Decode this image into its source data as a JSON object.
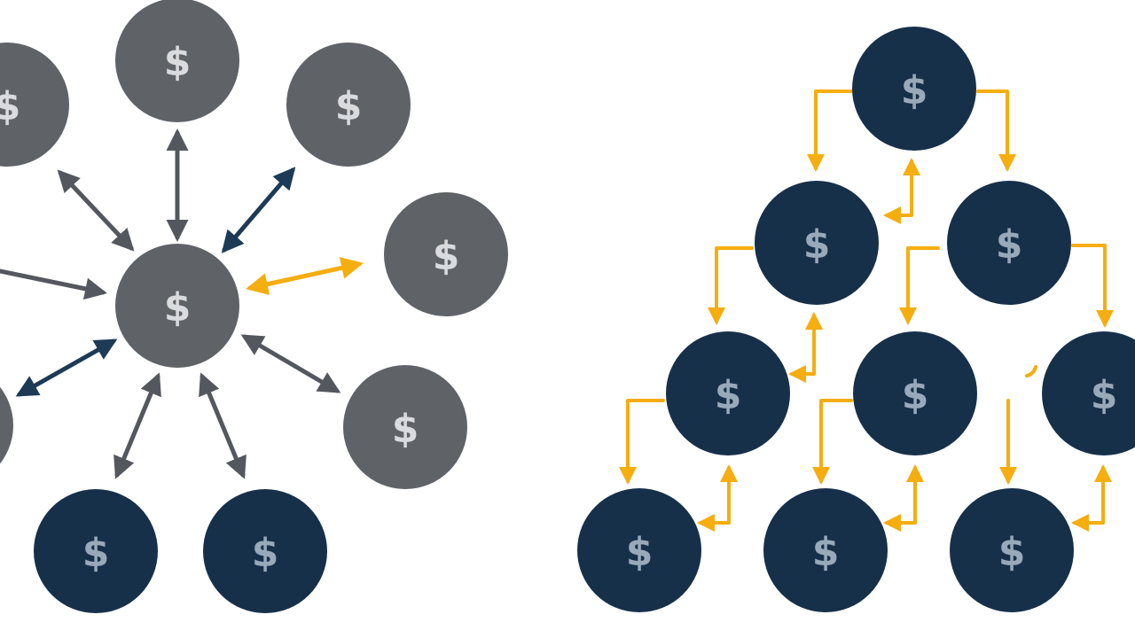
{
  "symbol": "$",
  "colors": {
    "background": "#ffffff",
    "hub_node": "#5f6368",
    "hub_node_label": "#d9dbde",
    "dark_node": "#17304a",
    "dark_node_label": "#98a9b9",
    "gray_arrow": "#54585e",
    "dark_arrow": "#1d3a56",
    "accent_arrow": "#f5ad0f"
  },
  "star_network": {
    "nodes": [
      {
        "id": "center",
        "style": "gray"
      },
      {
        "id": "top",
        "style": "gray"
      },
      {
        "id": "top-left",
        "style": "gray"
      },
      {
        "id": "top-right",
        "style": "gray"
      },
      {
        "id": "right",
        "style": "gray"
      },
      {
        "id": "lower-right",
        "style": "gray"
      },
      {
        "id": "left",
        "style": "gray"
      },
      {
        "id": "bottom-left",
        "style": "dark"
      },
      {
        "id": "bottom-right",
        "style": "dark"
      }
    ],
    "links": [
      {
        "to": "top",
        "color": "gray"
      },
      {
        "to": "top-left",
        "color": "gray"
      },
      {
        "to": "top-right",
        "color": "dark"
      },
      {
        "to": "right",
        "color": "accent"
      },
      {
        "to": "lower-right",
        "color": "gray"
      },
      {
        "to": "left",
        "color": "dark"
      },
      {
        "to": "far-left",
        "color": "gray"
      },
      {
        "to": "bottom-left",
        "color": "gray"
      },
      {
        "to": "bottom-right",
        "color": "gray"
      }
    ]
  },
  "tree_network": {
    "nodes": [
      {
        "id": "root",
        "row": 1
      },
      {
        "id": "r2-left",
        "row": 2
      },
      {
        "id": "r2-right",
        "row": 2
      },
      {
        "id": "r3-left",
        "row": 3
      },
      {
        "id": "r3-middle",
        "row": 3
      },
      {
        "id": "r3-right",
        "row": 3
      },
      {
        "id": "r4-left",
        "row": 4
      },
      {
        "id": "r4-middle",
        "row": 4
      },
      {
        "id": "r4-right",
        "row": 4
      }
    ],
    "arrow_color": "accent"
  }
}
